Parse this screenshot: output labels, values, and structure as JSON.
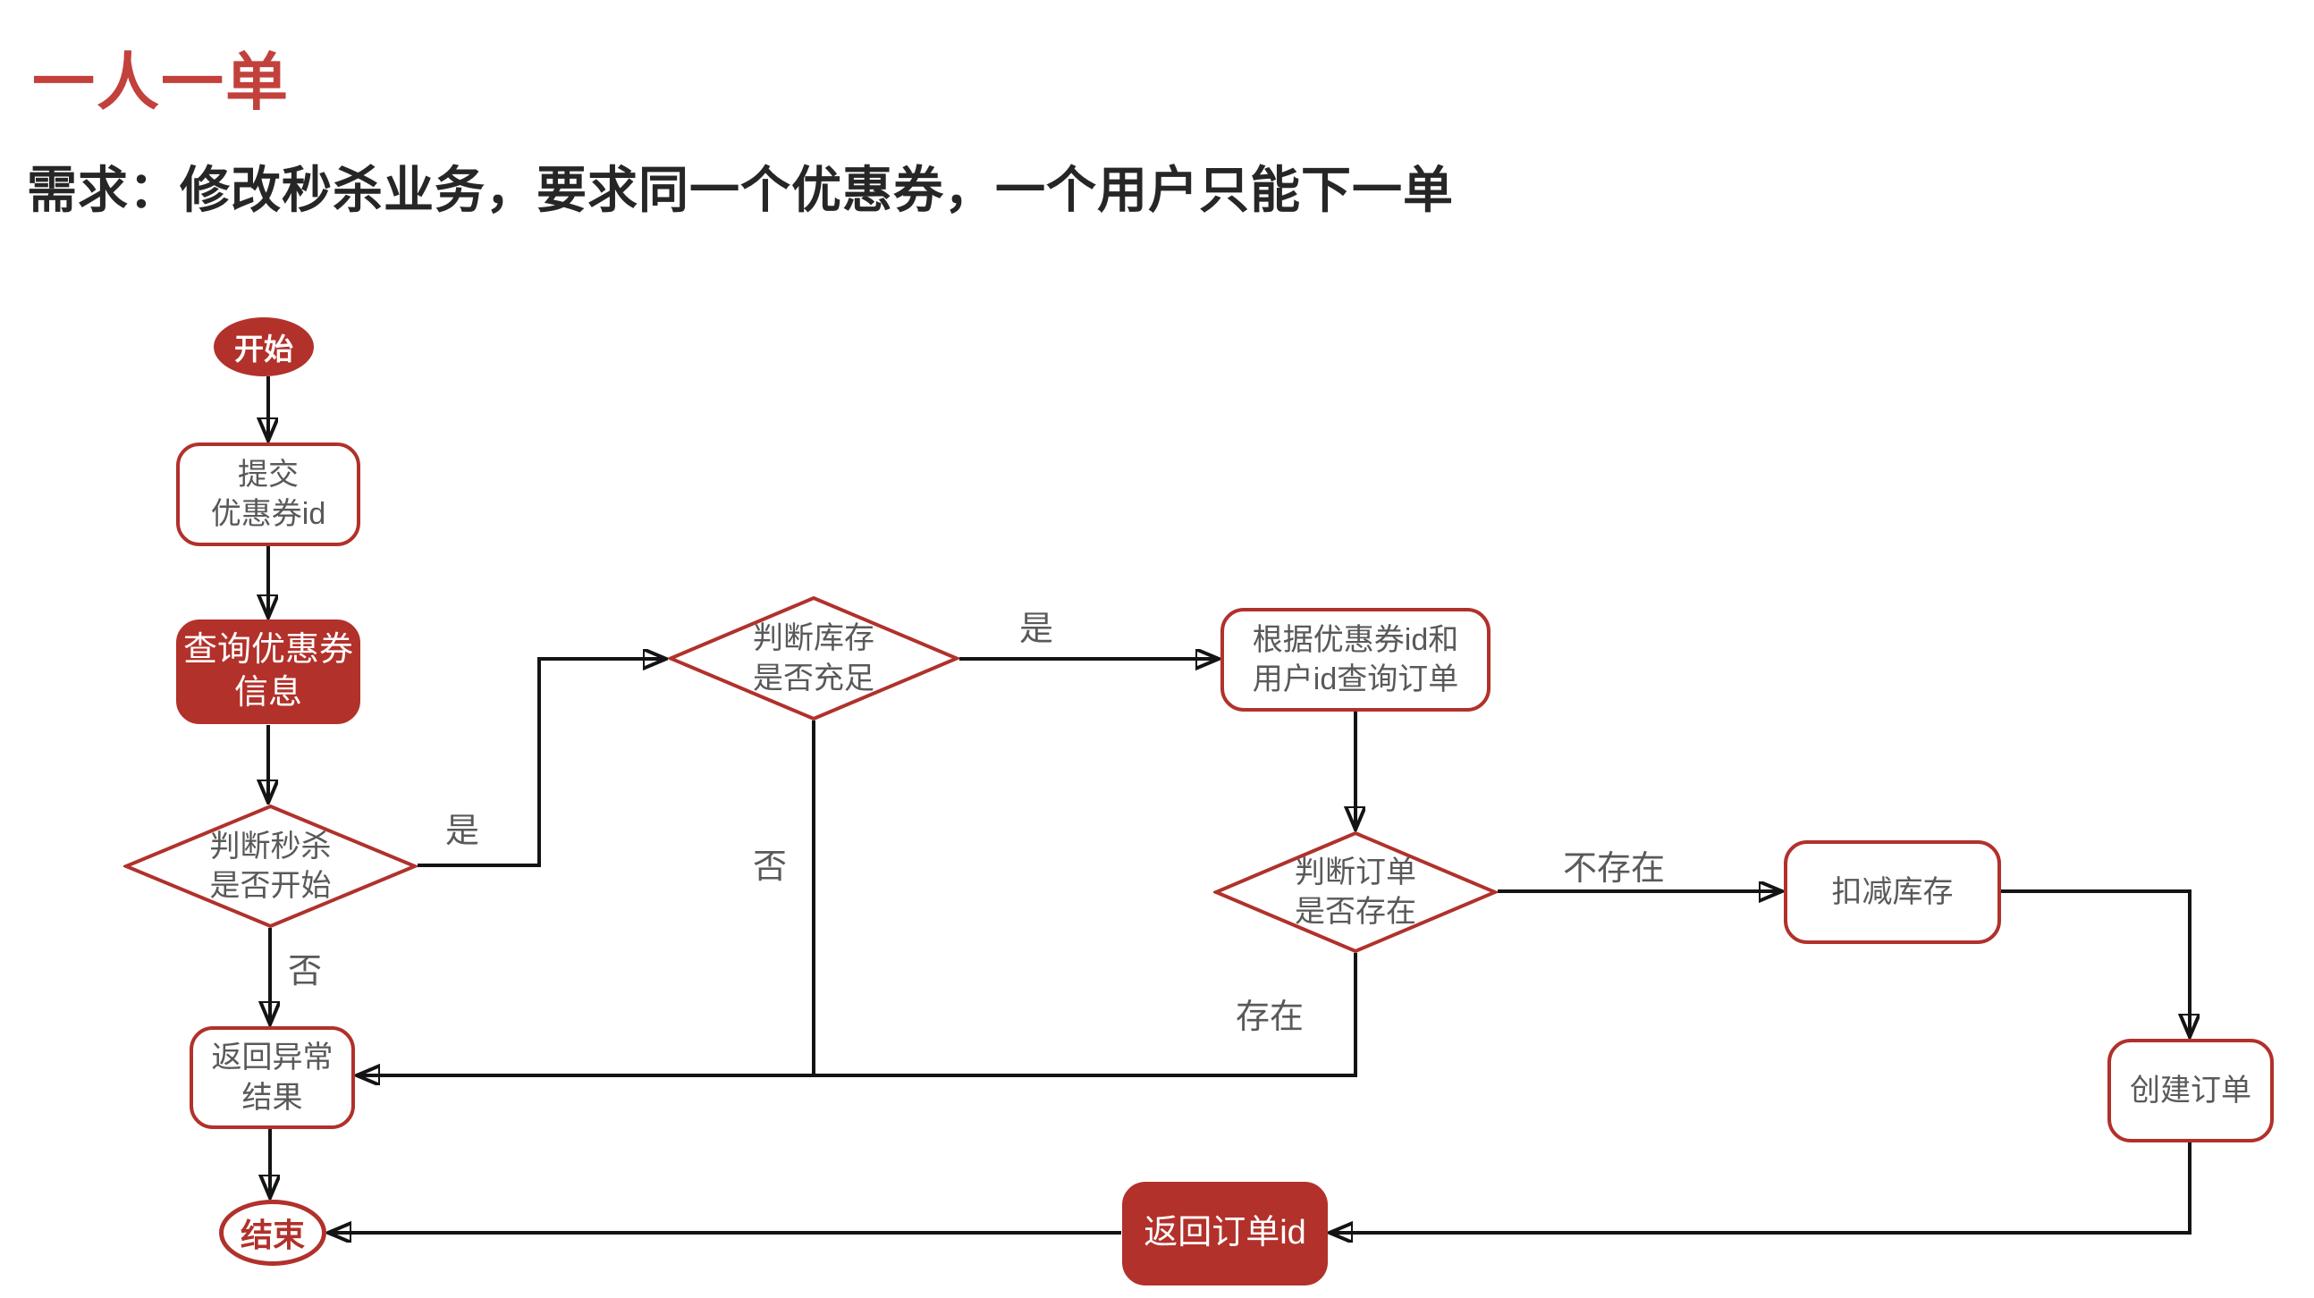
{
  "page": {
    "title": "一人一单",
    "subtitle": "需求：修改秒杀业务，要求同一个优惠券，一个用户只能下一单"
  },
  "colors": {
    "title_red": "#c2413c",
    "node_red": "#b2312a",
    "border_red": "#b1312b",
    "text_gray": "#595959",
    "text_dark": "#262626",
    "line_color": "#141414"
  },
  "flowchart": {
    "nodes": {
      "start": {
        "label": "开始"
      },
      "submit_coupon": {
        "label": "提交\n优惠券id"
      },
      "query_coupon": {
        "label": "查询优惠券\n信息"
      },
      "check_seckill": {
        "label": "判断秒杀\n是否开始"
      },
      "check_stock": {
        "label": "判断库存\n是否充足"
      },
      "query_order": {
        "label": "根据优惠券id和\n用户id查询订单"
      },
      "check_order": {
        "label": "判断订单\n是否存在"
      },
      "deduct_stock": {
        "label": "扣减库存"
      },
      "create_order": {
        "label": "创建订单"
      },
      "return_order_id": {
        "label": "返回订单id"
      },
      "return_error": {
        "label": "返回异常\n结果"
      },
      "end": {
        "label": "结束"
      }
    },
    "edge_labels": {
      "seckill_yes": "是",
      "seckill_no": "否",
      "stock_yes": "是",
      "stock_no": "否",
      "order_not_exists": "不存在",
      "order_exists": "存在"
    }
  }
}
